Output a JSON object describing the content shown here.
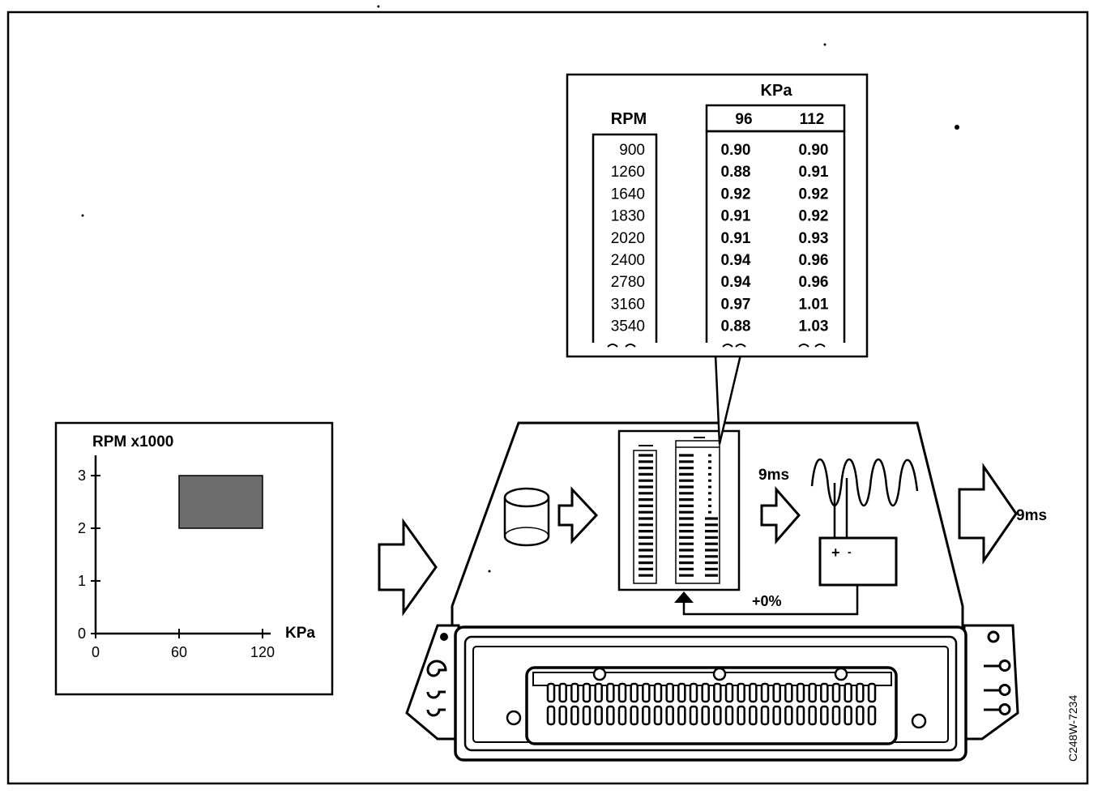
{
  "graph": {
    "y_axis_title": "RPM x1000",
    "x_axis_title": "KPa",
    "y_ticks": [
      "3",
      "2",
      "1",
      "0"
    ],
    "x_ticks": [
      "0",
      "60",
      "120"
    ],
    "highlighted_region": {
      "x_range": [
        60,
        120
      ],
      "y_range": [
        2,
        3
      ]
    }
  },
  "lookup_table": {
    "header_kpa": "KPa",
    "header_rpm": "RPM",
    "kpa_columns": [
      "96",
      "112"
    ],
    "rows": [
      {
        "rpm": "900",
        "v96": "0.90",
        "v112": "0.90"
      },
      {
        "rpm": "1260",
        "v96": "0.88",
        "v112": "0.91"
      },
      {
        "rpm": "1640",
        "v96": "0.92",
        "v112": "0.92"
      },
      {
        "rpm": "1830",
        "v96": "0.91",
        "v112": "0.92"
      },
      {
        "rpm": "2020",
        "v96": "0.91",
        "v112": "0.93"
      },
      {
        "rpm": "2400",
        "v96": "0.94",
        "v112": "0.96"
      },
      {
        "rpm": "2780",
        "v96": "0.94",
        "v112": "0.96"
      },
      {
        "rpm": "3160",
        "v96": "0.97",
        "v112": "1.01"
      },
      {
        "rpm": "3540",
        "v96": "0.88",
        "v112": "1.03"
      }
    ]
  },
  "ecu": {
    "pulse_in_label": "9ms",
    "pulse_out_label": "9ms",
    "correction_label": "+0%",
    "amp_plus": "+",
    "amp_minus": "-"
  },
  "figure_code": "C248W-7234"
}
